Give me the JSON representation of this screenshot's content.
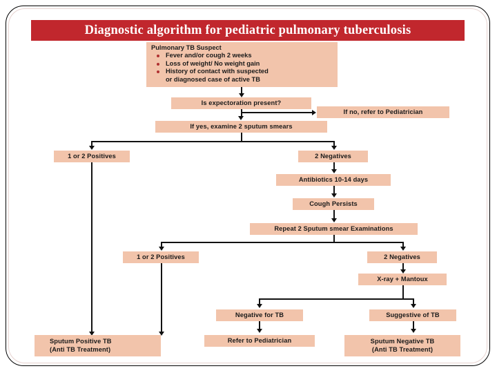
{
  "title": "Diagnostic algorithm for pediatric pulmonary tuberculosis",
  "colors": {
    "title_bar": "#c1272d",
    "title_text": "#ffffff",
    "node_fill": "#f2c4ab",
    "node_text": "#1a1a1a",
    "connector": "#111111",
    "bullet": "#b03030",
    "frame": "#000000",
    "background": "#ffffff"
  },
  "chart_data": {
    "type": "flowchart",
    "title": "Diagnostic algorithm for pediatric pulmonary tuberculosis",
    "nodes": [
      {
        "id": "suspect",
        "label": "Pulmonary TB Suspect",
        "bullets": [
          "Fever and/or cough 2 weeks",
          "Loss of weight/ No weight gain",
          "History of contact with suspected or diagnosed case of active TB"
        ]
      },
      {
        "id": "expectoration",
        "label": "Is expectoration present?"
      },
      {
        "id": "refer_no",
        "label": "If no, refer to Pediatrician"
      },
      {
        "id": "examine",
        "label": "If yes, examine 2 sputum smears"
      },
      {
        "id": "pos1",
        "label": "1 or 2 Positives"
      },
      {
        "id": "neg1",
        "label": "2 Negatives"
      },
      {
        "id": "antibiotics",
        "label": "Antibiotics 10-14 days"
      },
      {
        "id": "cough",
        "label": "Cough Persists"
      },
      {
        "id": "repeat",
        "label": "Repeat 2 Sputum smear Examinations"
      },
      {
        "id": "pos2",
        "label": "1 or 2 Positives"
      },
      {
        "id": "neg2",
        "label": "2 Negatives"
      },
      {
        "id": "xray",
        "label": "X-ray + Mantoux"
      },
      {
        "id": "neg_tb",
        "label": "Negative for TB"
      },
      {
        "id": "sugg_tb",
        "label": "Suggestive of TB"
      },
      {
        "id": "sputum_pos",
        "label_line1": "Sputum Positive TB",
        "label_line2": "(Anti TB Treatment)"
      },
      {
        "id": "refer_ped",
        "label": "Refer to Pediatrician"
      },
      {
        "id": "sputum_neg",
        "label_line1": "Sputum Negative TB",
        "label_line2": "(Anti TB Treatment)"
      }
    ],
    "edges": [
      {
        "from": "suspect",
        "to": "expectoration"
      },
      {
        "from": "expectoration",
        "to": "refer_no",
        "label": "no"
      },
      {
        "from": "expectoration",
        "to": "examine",
        "label": "yes"
      },
      {
        "from": "examine",
        "to": "pos1"
      },
      {
        "from": "examine",
        "to": "neg1"
      },
      {
        "from": "neg1",
        "to": "antibiotics"
      },
      {
        "from": "antibiotics",
        "to": "cough"
      },
      {
        "from": "cough",
        "to": "repeat"
      },
      {
        "from": "repeat",
        "to": "pos2"
      },
      {
        "from": "repeat",
        "to": "neg2"
      },
      {
        "from": "neg2",
        "to": "xray"
      },
      {
        "from": "xray",
        "to": "neg_tb"
      },
      {
        "from": "xray",
        "to": "sugg_tb"
      },
      {
        "from": "pos1",
        "to": "sputum_pos"
      },
      {
        "from": "pos2",
        "to": "sputum_pos"
      },
      {
        "from": "neg_tb",
        "to": "refer_ped"
      },
      {
        "from": "sugg_tb",
        "to": "sputum_neg"
      }
    ]
  },
  "nodes": {
    "suspect": {
      "head": "Pulmonary TB Suspect",
      "b1": "Fever and/or cough 2 weeks",
      "b2": "Loss of weight/ No weight gain",
      "b3a": "History of contact with suspected",
      "b3b": "or diagnosed case of active TB"
    },
    "expectoration": "Is expectoration present?",
    "refer_no": "If no, refer to Pediatrician",
    "examine": "If yes, examine 2 sputum smears",
    "pos1": "1 or 2 Positives",
    "neg1": "2 Negatives",
    "antibiotics": "Antibiotics 10-14 days",
    "cough": "Cough Persists",
    "repeat": "Repeat 2 Sputum smear Examinations",
    "pos2": "1 or 2 Positives",
    "neg2": "2 Negatives",
    "xray": "X-ray + Mantoux",
    "neg_tb": "Negative for TB",
    "sugg_tb": "Suggestive of TB",
    "sputum_pos_l1": "Sputum Positive TB",
    "sputum_pos_l2": "(Anti TB Treatment)",
    "refer_ped": "Refer to Pediatrician",
    "sputum_neg_l1": "Sputum Negative TB",
    "sputum_neg_l2": "(Anti TB Treatment)"
  }
}
